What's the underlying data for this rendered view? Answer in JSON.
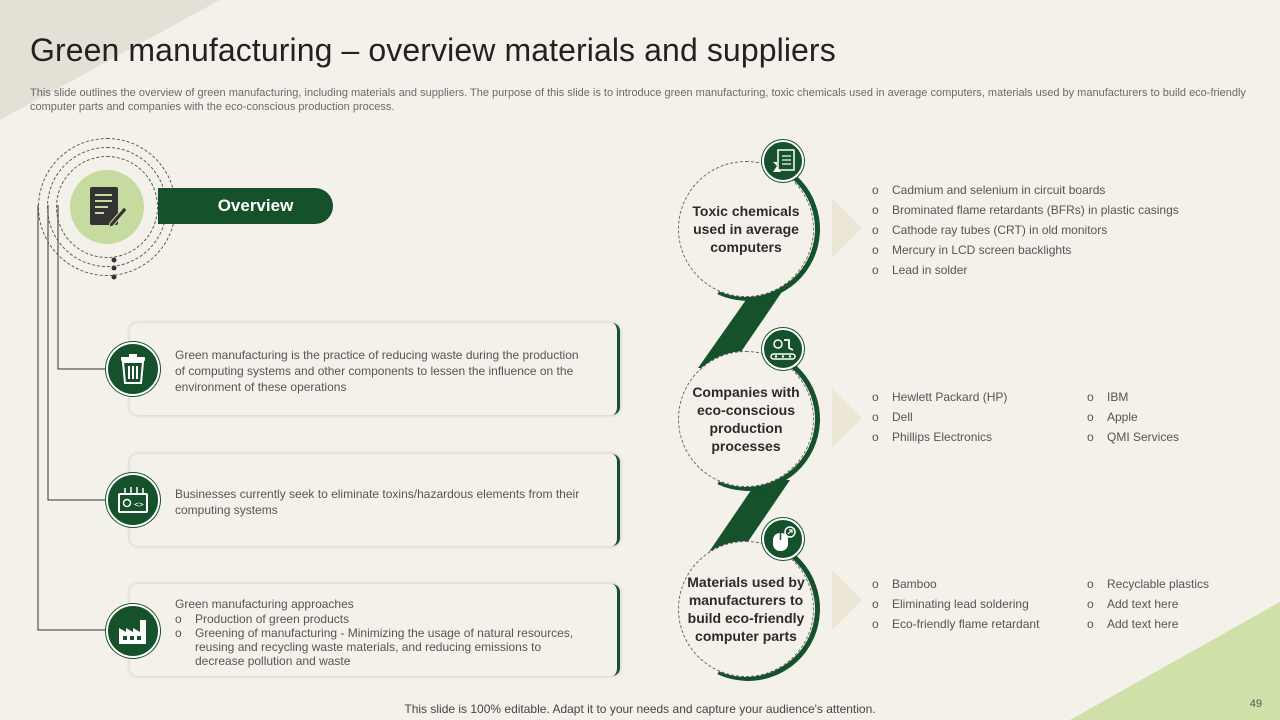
{
  "slide": {
    "title": "Green manufacturing – overview materials and suppliers",
    "subtitle": "This slide outlines the overview of green manufacturing, including materials and suppliers. The purpose of this slide is to introduce green manufacturing, toxic chemicals used in average computers, materials used by manufacturers to build eco-friendly computer parts and companies with the eco-conscious production process.",
    "footer": "This slide is 100% editable. Adapt it to your needs and capture your audience's attention.",
    "page_number": "49"
  },
  "overview": {
    "label": "Overview",
    "icon": "document-pen-icon"
  },
  "cards": [
    {
      "icon": "trash-bin-icon",
      "text": "Green manufacturing  is the practice of reducing waste during the production of computing systems and other components to lessen the influence  on the environment   of these operations"
    },
    {
      "icon": "computer-chip-icon",
      "text": "Businesses currently seek to eliminate toxins/hazardous elements from their computing systems"
    },
    {
      "icon": "factory-icon",
      "heading": "Green manufacturing  approaches",
      "bullets": [
        "Production of green products",
        "Greening of manufacturing - Minimizing the usage of natural resources, reusing and recycling waste materials, and reducing emissions to decrease pollution and waste"
      ]
    }
  ],
  "sections": [
    {
      "title": "Toxic chemicals used in average computers",
      "icon": "lab-report-icon",
      "col1": [
        "Cadmium and selenium in circuit boards",
        "Brominated flame retardants (BFRs) in plastic casings",
        "Cathode ray tubes (CRT) in old monitors",
        "Mercury  in LCD screen backlights",
        "Lead in solder"
      ],
      "col2": []
    },
    {
      "title": "Companies with eco-conscious production processes",
      "icon": "conveyor-robot-icon",
      "col1": [
        "Hewlett Packard (HP)",
        "Dell",
        "Phillips Electronics"
      ],
      "col2": [
        "IBM",
        "Apple",
        "QMI  Services"
      ]
    },
    {
      "title": "Materials used by manufacturers to build eco-friendly computer parts",
      "icon": "eco-mouse-icon",
      "col1": [
        "Bamboo",
        "Eliminating lead soldering",
        "Eco-friendly flame retardant"
      ],
      "col2": [
        "Recyclable plastics",
        "Add text here",
        "Add text here"
      ]
    }
  ],
  "colors": {
    "accent": "#15512a",
    "light_green": "#c5dba0",
    "background": "#f4f1ea"
  }
}
